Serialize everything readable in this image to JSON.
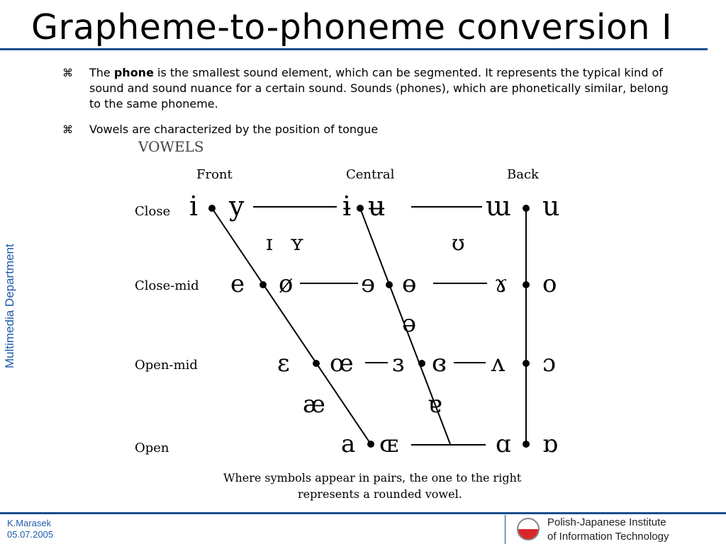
{
  "slide": {
    "title": "Grapheme-to-phoneme conversion I",
    "side_label": "Multimedia Department",
    "bullets": [
      {
        "marker": "⌘",
        "before": "The ",
        "bold": "phone",
        "after": " is the smallest sound element, which can be segmented. It represents the typical kind of sound and sound nuance for a certain sound. Sounds (phones), which are phonetically similar, belong to the same phoneme."
      },
      {
        "marker": "⌘",
        "text": "Vowels are characterized by the position of tongue"
      }
    ],
    "footer": {
      "author": "K.Marasek",
      "date": "05.07.2005",
      "institute_line1": "Polish-Japanese Institute",
      "institute_line2": "of Information Technology",
      "logo_colors": {
        "top": "#ffffff",
        "bottom": "#d9262c",
        "ring": "#888888"
      }
    }
  },
  "vowel_chart": {
    "heading": "VOWELS",
    "columns": [
      "Front",
      "Central",
      "Back"
    ],
    "rows": [
      "Close",
      "Close-mid",
      "Open-mid",
      "Open"
    ],
    "symbols": {
      "close": [
        "i",
        "y",
        "ɨ",
        "ʉ",
        "ɯ",
        "u"
      ],
      "near_close": [
        "ɪ",
        "ʏ",
        "ʊ"
      ],
      "close_mid": [
        "e",
        "ø",
        "ɘ",
        "ɵ",
        "ɤ",
        "o"
      ],
      "mid": [
        "ə"
      ],
      "open_mid": [
        "ɛ",
        "œ",
        "ɜ",
        "ɞ",
        "ʌ",
        "ɔ"
      ],
      "near_open": [
        "æ",
        "ɐ"
      ],
      "open": [
        "a",
        "ɶ",
        "ɑ",
        "ɒ"
      ]
    },
    "caption_line1": "Where symbols appear in pairs, the one to the right",
    "caption_line2": "represents a rounded vowel."
  }
}
